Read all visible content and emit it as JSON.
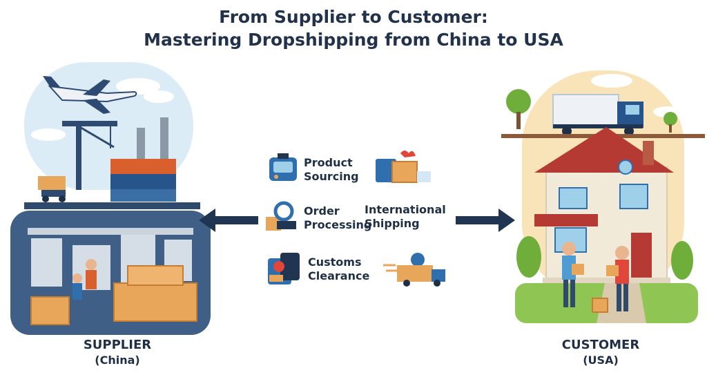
{
  "title": {
    "line1": "From Supplier to Customer:",
    "line2": "Mastering Dropshipping from China to USA"
  },
  "supplier": {
    "name": "SUPPLIER",
    "region": "(China)"
  },
  "customer": {
    "name": "CUSTOMER",
    "region": "(USA)"
  },
  "steps": {
    "product_sourcing": {
      "line1": "Product",
      "line2": "Sourcing",
      "icon": "product-sourcing-icon"
    },
    "order_processing": {
      "line1": "Order",
      "line2": "Processing",
      "icon": "order-processing-icon"
    },
    "international_shipping": {
      "line1": "International",
      "line2": "Shipping",
      "icon": "international-shipping-icon"
    },
    "customs_clearance": {
      "line1": "Customs",
      "line2": "Clearance",
      "icon": "customs-clearance-icon"
    }
  },
  "colors": {
    "navy": "#1f3552",
    "box": "#e7a65a",
    "house_roof": "#b43a33",
    "grass": "#6fae3b",
    "container": "#d9602c"
  }
}
